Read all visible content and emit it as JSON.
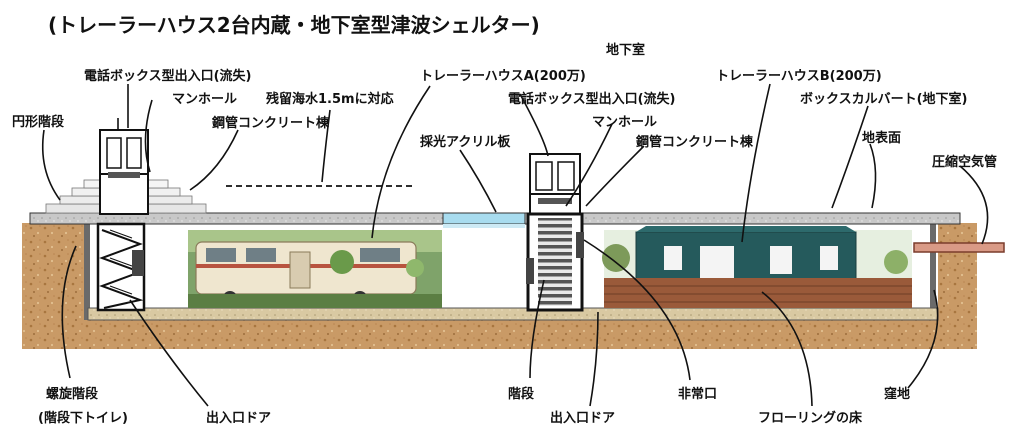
{
  "title": "(トレーラーハウス2台内蔵・地下室型津波シェルター)",
  "labels": {
    "basement": "地下室",
    "phone_box_entrance_left": "電話ボックス型出入口(流失)",
    "manhole_left": "マンホール",
    "residual_seawater": "残留海水1.5mに対応",
    "steel_concrete_left": "鋼管コンクリート棟",
    "circular_stairs": "円形階段",
    "trailer_house_a": "トレーラーハウスA(200万)",
    "phone_box_entrance_right": "電話ボックス型出入口(流失)",
    "skylight_acrylic": "採光アクリル板",
    "manhole_right": "マンホール",
    "steel_concrete_right": "鋼管コンクリート棟",
    "trailer_house_b": "トレーラーハウスB(200万)",
    "box_culvert": "ボックスカルバート(地下室)",
    "ground_surface": "地表面",
    "compressed_air_pipe": "圧縮空気管",
    "spiral_stairs": "螺旋階段",
    "stairs_toilet": "(階段下トイレ)",
    "entrance_door_left": "出入口ドア",
    "stairs": "階段",
    "entrance_door_right": "出入口ドア",
    "emergency_exit": "非常口",
    "flooring": "フローリングの床",
    "pit": "窪地"
  }
}
